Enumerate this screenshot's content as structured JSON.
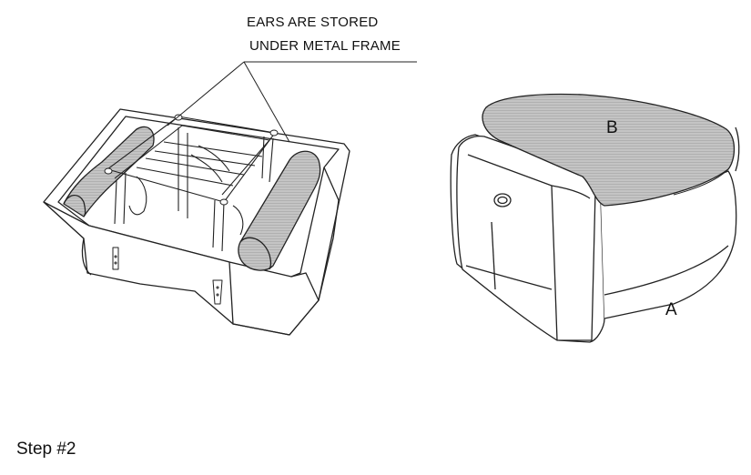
{
  "callout": {
    "line1": "EARS ARE STORED",
    "line2": "UNDER METAL FRAME"
  },
  "labels": {
    "a": "A",
    "b": "B"
  },
  "step_label": "Step #2",
  "colors": {
    "stroke": "#222222",
    "shaded": "#bdbdbd",
    "shaded_dark": "#9a9a9a",
    "background": "#ffffff"
  }
}
